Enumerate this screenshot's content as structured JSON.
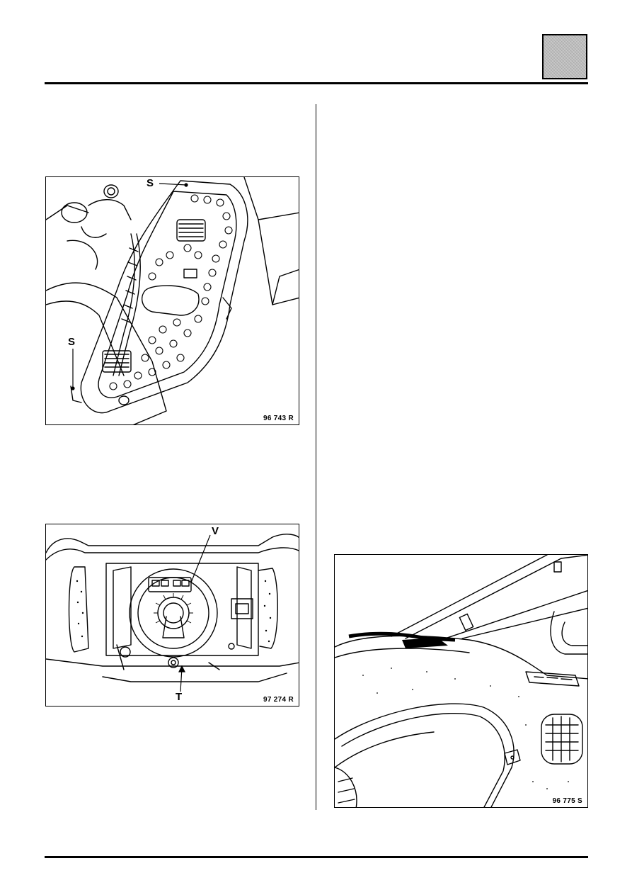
{
  "figures": {
    "fig1": {
      "ref": "96 743 R",
      "callouts": [
        "S",
        "S"
      ]
    },
    "fig2": {
      "ref": "97 274 R",
      "callouts": [
        "V",
        "T"
      ]
    },
    "fig3": {
      "ref": "96 775 S"
    }
  }
}
